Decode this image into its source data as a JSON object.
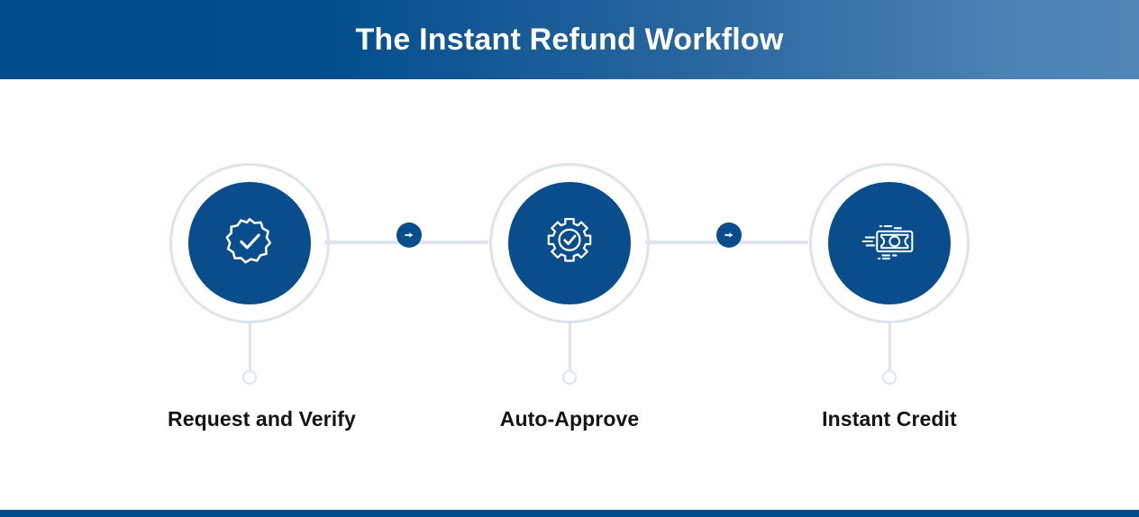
{
  "header": {
    "title": "The Instant Refund Workflow",
    "gradient_start": "#024b8d",
    "gradient_end": "#5186b7",
    "title_color": "#ffffff"
  },
  "footer": {
    "color": "#024b8d"
  },
  "theme": {
    "accent": "#0a4d8c",
    "ring": "#dbe4ef",
    "rail": "#dde6f1",
    "label_color": "#141414",
    "background": "#ffffff"
  },
  "workflow": {
    "steps": [
      {
        "label": "Request and Verify",
        "icon": "badge-check-icon",
        "order": 1
      },
      {
        "label": "Auto-Approve",
        "icon": "gear-check-icon",
        "order": 2
      },
      {
        "label": "Instant Credit",
        "icon": "fast-cash-icon",
        "order": 3
      }
    ],
    "connectors": [
      {
        "icon": "arrow-right-icon",
        "from": 1,
        "to": 2
      },
      {
        "icon": "arrow-right-icon",
        "from": 2,
        "to": 3
      }
    ]
  }
}
